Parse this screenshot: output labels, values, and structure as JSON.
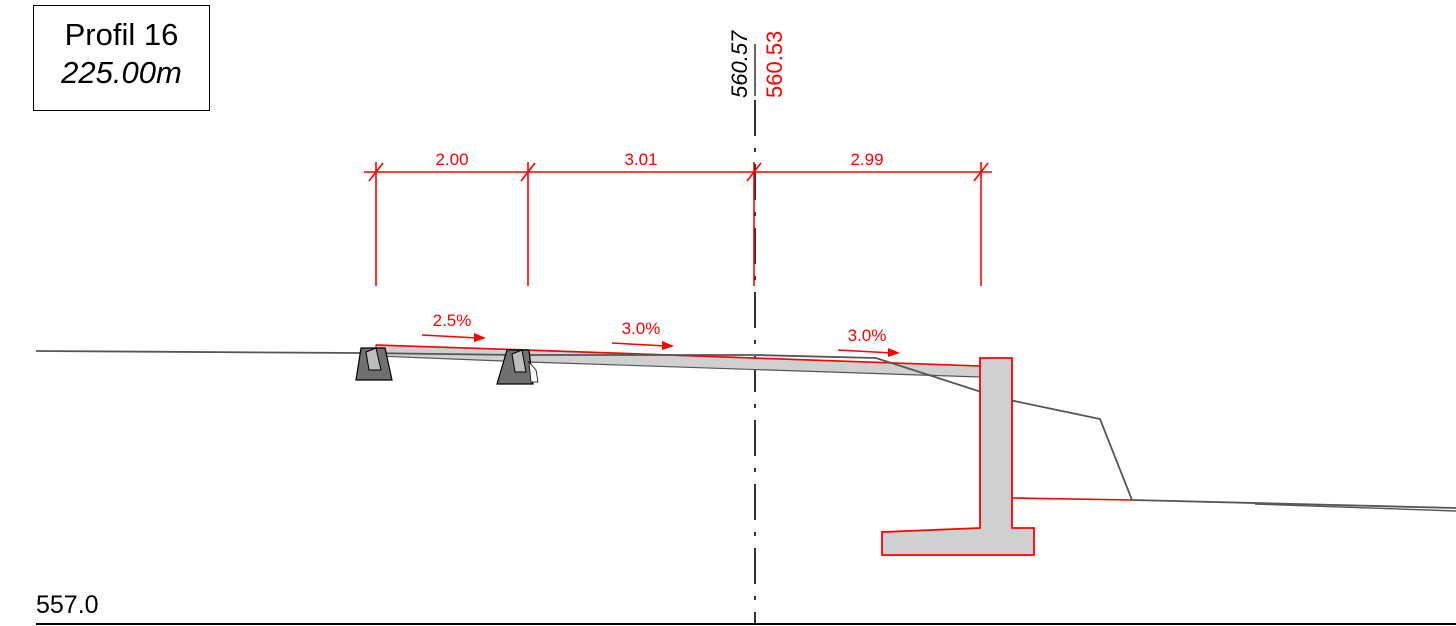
{
  "profile": {
    "name": "Profil 16",
    "station": "225.00m"
  },
  "elevations": {
    "existing": "560.57",
    "design": "560.53"
  },
  "dimensions": [
    "2.00",
    "3.01",
    "2.99"
  ],
  "slopes": [
    "2.5%",
    "3.0%",
    "3.0%"
  ],
  "datum_label": "557.0",
  "colors": {
    "design": "#ff0000",
    "existing": "#555555",
    "fill": "#d0d0d0",
    "curb": "#707070"
  }
}
